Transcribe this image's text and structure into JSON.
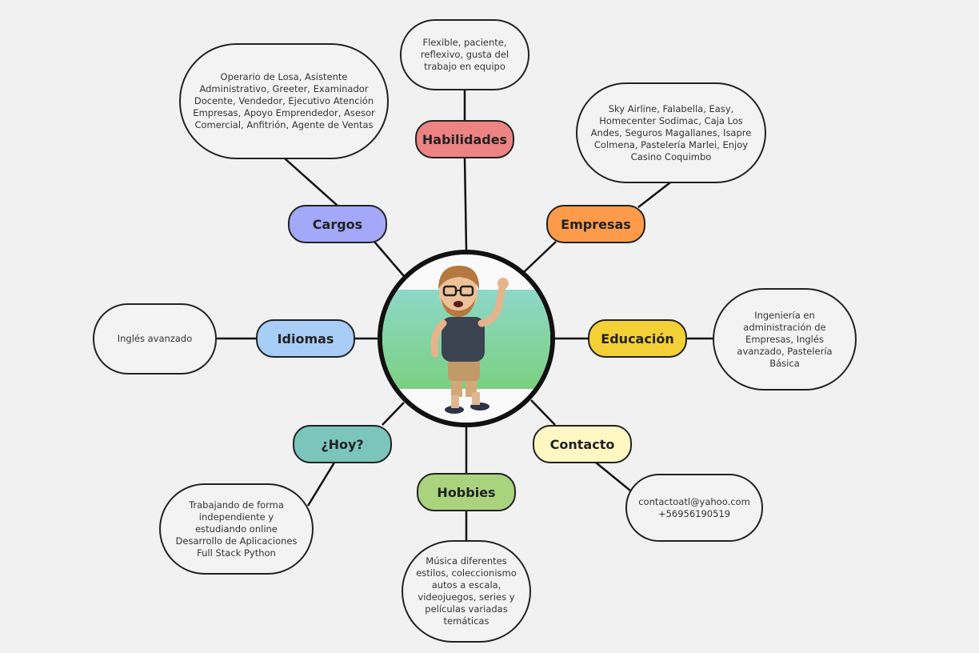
{
  "colors": {
    "habilidades": "#ee8383",
    "cargos": "#a3a8f8",
    "empresas": "#fd9b4b",
    "idiomas": "#a8cdf6",
    "educacion": "#f2d036",
    "hoy": "#7bc5bd",
    "contacto": "#fef7c2",
    "hobbies": "#a9d47d"
  },
  "center": {
    "avatar_icon": "memoji-avatar-waving"
  },
  "nodes": {
    "habilidades": {
      "label": "Habilidades",
      "detail": "Flexible, paciente, reflexivo, gusta del trabajo en equipo"
    },
    "cargos": {
      "label": "Cargos",
      "detail": "Operario de Losa, Asistente Administrativo, Greeter, Examinador Docente, Vendedor, Ejecutivo Atención Empresas, Apoyo Emprendedor, Asesor Comercial, Anfitrión, Agente de Ventas"
    },
    "empresas": {
      "label": "Empresas",
      "detail": "Sky Airline, Falabella, Easy, Homecenter Sodimac, Caja Los Andes, Seguros Magallanes, Isapre Colmena, Pastelería Marlei, Enjoy Casino Coquimbo"
    },
    "idiomas": {
      "label": "Idiomas",
      "detail": "Inglés avanzado"
    },
    "educacion": {
      "label": "Educación",
      "detail": "Ingeniería en administración de Empresas, Inglés avanzado, Pastelería Básica"
    },
    "hoy": {
      "label": "¿Hoy?",
      "detail": "Trabajando de forma independiente y estudiando online Desarrollo de Aplicaciones Full Stack Python"
    },
    "contacto": {
      "label": "Contacto",
      "detail": "contactoatl@yahoo.com +56956190519"
    },
    "hobbies": {
      "label": "Hobbies",
      "detail": "Música diferentes estilos, coleccionismo autos a escala, videojuegos, series y películas variadas temáticas"
    }
  }
}
